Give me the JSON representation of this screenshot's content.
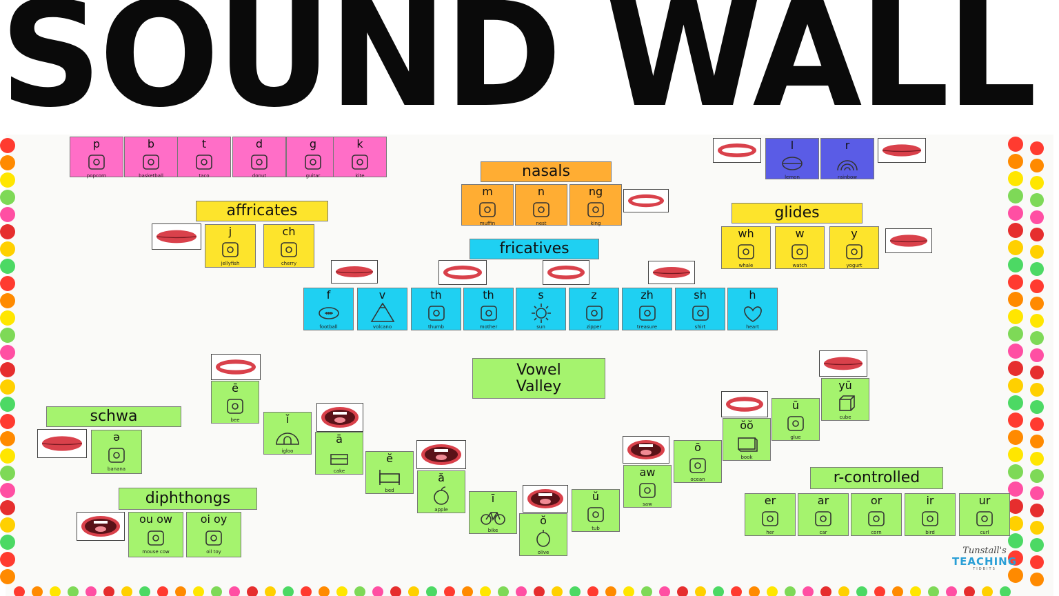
{
  "title": "SOUND WALL",
  "colors": {
    "pink": "#ff6ec7",
    "orange": "#ffad33",
    "yellow": "#fde42c",
    "blue": "#1fd0f2",
    "purple": "#5a5ce6",
    "green": "#a5f36e",
    "lips": "#d9414b"
  },
  "groups": {
    "nasals": "nasals",
    "affricates": "affricates",
    "glides": "glides",
    "fricatives": "fricatives",
    "vowel_valley": [
      "Vowel",
      "Valley"
    ],
    "schwa": "schwa",
    "diphthongs": "diphthongs",
    "r_controlled": "r-controlled"
  },
  "cards": {
    "stops": [
      {
        "g": "p",
        "w": "popcorn",
        "icon": "popcorn-icon"
      },
      {
        "g": "b",
        "w": "basketball",
        "icon": "basketball-icon"
      },
      {
        "g": "t",
        "w": "taco",
        "icon": "taco-icon"
      },
      {
        "g": "d",
        "w": "donut",
        "icon": "donut-icon"
      },
      {
        "g": "g",
        "w": "guitar",
        "icon": "guitar-icon"
      },
      {
        "g": "k",
        "w": "kite",
        "icon": "kite-icon"
      }
    ],
    "liquids": [
      {
        "g": "l",
        "w": "lemon",
        "icon": "lemon-icon"
      },
      {
        "g": "r",
        "w": "rainbow",
        "icon": "rainbow-icon"
      }
    ],
    "nasals": [
      {
        "g": "m",
        "w": "muffin",
        "icon": "muffin-icon"
      },
      {
        "g": "n",
        "w": "nest",
        "icon": "nest-icon"
      },
      {
        "g": "ng",
        "w": "king",
        "icon": "king-icon"
      }
    ],
    "affricates": [
      {
        "g": "j",
        "w": "jellyfish",
        "icon": "jellyfish-icon"
      },
      {
        "g": "ch",
        "w": "cherry",
        "icon": "cherry-icon"
      }
    ],
    "glides": [
      {
        "g": "wh",
        "w": "whale",
        "icon": "whale-icon"
      },
      {
        "g": "w",
        "w": "watch",
        "icon": "watch-icon"
      },
      {
        "g": "y",
        "w": "yogurt",
        "icon": "yogurt-icon"
      }
    ],
    "fricatives": [
      {
        "g": "f",
        "w": "football",
        "icon": "football-icon"
      },
      {
        "g": "v",
        "w": "volcano",
        "icon": "volcano-icon"
      },
      {
        "g": "th",
        "w": "thumb",
        "icon": "thumb-icon"
      },
      {
        "g": "th",
        "w": "mother",
        "icon": "mother-icon"
      },
      {
        "g": "s",
        "w": "sun",
        "icon": "sun-icon"
      },
      {
        "g": "z",
        "w": "zipper",
        "icon": "zipper-icon"
      },
      {
        "g": "zh",
        "w": "treasure",
        "icon": "treasure-icon"
      },
      {
        "g": "sh",
        "w": "shirt",
        "icon": "shirt-icon"
      },
      {
        "g": "h",
        "w": "heart",
        "icon": "heart-icon"
      }
    ],
    "vowels": [
      {
        "g": "ē",
        "w": "bee",
        "icon": "bee-icon"
      },
      {
        "g": "ĭ",
        "w": "igloo",
        "icon": "igloo-icon"
      },
      {
        "g": "ā",
        "w": "cake",
        "icon": "cake-icon"
      },
      {
        "g": "ĕ",
        "w": "bed",
        "icon": "bed-icon"
      },
      {
        "g": "ă",
        "w": "apple",
        "icon": "apple-icon"
      },
      {
        "g": "ī",
        "w": "bike",
        "icon": "bike-icon"
      },
      {
        "g": "ŏ",
        "w": "olive",
        "icon": "olive-icon"
      },
      {
        "g": "ŭ",
        "w": "tub",
        "icon": "tub-icon"
      },
      {
        "g": "aw",
        "w": "saw",
        "icon": "saw-icon"
      },
      {
        "g": "ō",
        "w": "ocean",
        "icon": "ocean-icon"
      },
      {
        "g": "ŏŏ",
        "w": "book",
        "icon": "book-icon"
      },
      {
        "g": "ū",
        "w": "glue",
        "icon": "glue-icon"
      },
      {
        "g": "yū",
        "w": "cube",
        "icon": "cube-icon"
      }
    ],
    "schwa": [
      {
        "g": "ə",
        "w": "banana",
        "icon": "banana-icon"
      }
    ],
    "diphthongs": [
      {
        "g": "ou  ow",
        "w": "mouse    cow",
        "icon": "mouse-cow-icon"
      },
      {
        "g": "oi  oy",
        "w": "oil      toy",
        "icon": "oil-toy-icon"
      }
    ],
    "r_controlled": [
      {
        "g": "er",
        "w": "her",
        "icon": "her-icon"
      },
      {
        "g": "ar",
        "w": "car",
        "icon": "car-icon"
      },
      {
        "g": "or",
        "w": "corn",
        "icon": "corn-icon"
      },
      {
        "g": "ir",
        "w": "bird",
        "icon": "bird-icon"
      },
      {
        "g": "ur",
        "w": "curl",
        "icon": "curl-icon"
      }
    ]
  },
  "logo": {
    "line1": "Tunstall's",
    "line2": "TEACHING",
    "line3": "TIDBITS"
  }
}
